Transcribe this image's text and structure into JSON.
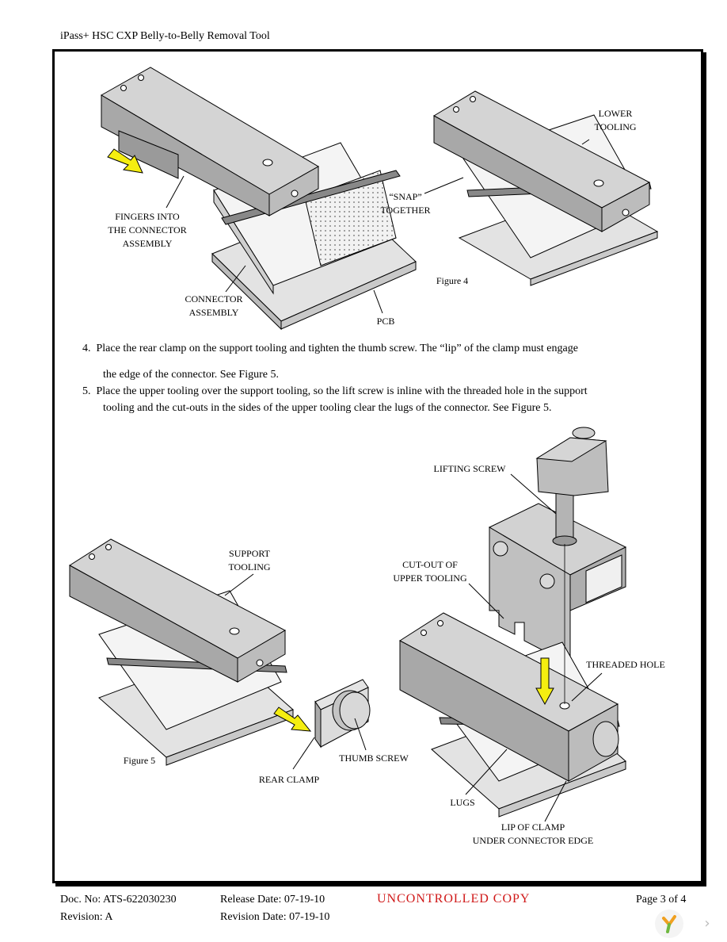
{
  "header": {
    "title": "iPass+ HSC CXP Belly-to-Belly Removal Tool"
  },
  "figure4": {
    "caption": "Figure 4",
    "labels": {
      "fingers": [
        "FINGERS INTO",
        "THE CONNECTOR",
        "ASSEMBLY"
      ],
      "connector": [
        "CONNECTOR",
        "ASSEMBLY"
      ],
      "pcb": "PCB",
      "snap": [
        "“SNAP”",
        "TOGETHER"
      ],
      "lower": [
        "LOWER",
        "TOOLING"
      ]
    }
  },
  "steps": [
    {
      "number": "4.",
      "text": "Place the rear clamp on the support tooling and tighten the thumb screw. The “lip” of the clamp must engage",
      "continuation": "the edge of the connector.  See Figure 5."
    },
    {
      "number": "5.",
      "text": "Place the upper tooling over the support tooling, so the lift screw is inline with the threaded hole in the support",
      "continuation": "tooling and the cut-outs in the sides of the upper tooling clear the lugs of the connector.  See Figure 5."
    }
  ],
  "figure5": {
    "caption": "Figure 5",
    "labels": {
      "support": [
        "SUPPORT",
        "TOOLING"
      ],
      "rear_clamp": "REAR CLAMP",
      "thumb_screw": "THUMB SCREW",
      "lifting_screw": "LIFTING SCREW",
      "cutout": [
        "CUT-OUT OF",
        "UPPER TOOLING"
      ],
      "threaded_hole": "THREADED HOLE",
      "lugs": "LUGS",
      "lip": [
        "LIP OF CLAMP",
        "UNDER CONNECTOR EDGE"
      ]
    }
  },
  "footer": {
    "doc_no": "Doc. No: ATS-622030230",
    "revision": "Revision: A",
    "release_date": "Release Date: 07-19-10",
    "revision_date": "Revision Date: 07-19-10",
    "uncontrolled": "UNCONTROLLED COPY",
    "page": "Page 3 of 4"
  },
  "colors": {
    "arrow": "#f5ee10",
    "uncontrolled": "#d01818",
    "tool_top": "#d4d4d4",
    "tool_side": "#a8a8a8"
  }
}
